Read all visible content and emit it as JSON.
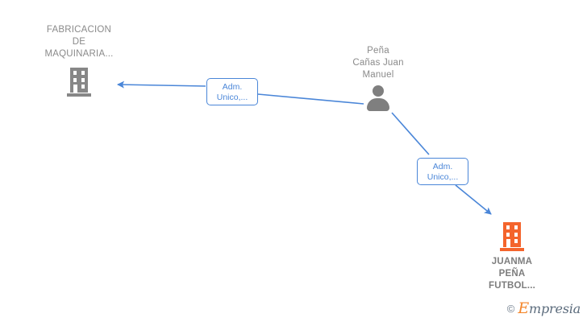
{
  "diagram": {
    "background_color": "#ffffff",
    "edge_color": "#4a86d8",
    "nodes": [
      {
        "id": "company-left",
        "type": "company",
        "icon": "building-icon",
        "icon_color": "#878787",
        "label": "FABRICACION\nDE\nMAQUINARIA...",
        "label_color": "#8a8a8a",
        "label_position": "above"
      },
      {
        "id": "person-center",
        "type": "person",
        "icon": "person-icon",
        "icon_color": "#7f7f7f",
        "label": "Peña\nCañas Juan\nManuel",
        "label_color": "#8a8a8a",
        "label_position": "above"
      },
      {
        "id": "company-right",
        "type": "company",
        "icon": "building-icon",
        "icon_color": "#f4642c",
        "label": "JUANMA\nPEÑA\nFUTBOL...",
        "label_color": "#7d7d7d",
        "label_position": "below"
      }
    ],
    "edges": [
      {
        "id": "edge-person-to-company-left",
        "from": "person-center",
        "to": "company-left",
        "label": "Adm.\nUnico,...",
        "arrow": "to"
      },
      {
        "id": "edge-person-to-company-right",
        "from": "person-center",
        "to": "company-right",
        "label": "Adm.\nUnico,...",
        "arrow": "to"
      }
    ]
  },
  "watermark": {
    "copyright_symbol": "©",
    "brand_initial": "E",
    "brand_rest": "mpresia"
  }
}
